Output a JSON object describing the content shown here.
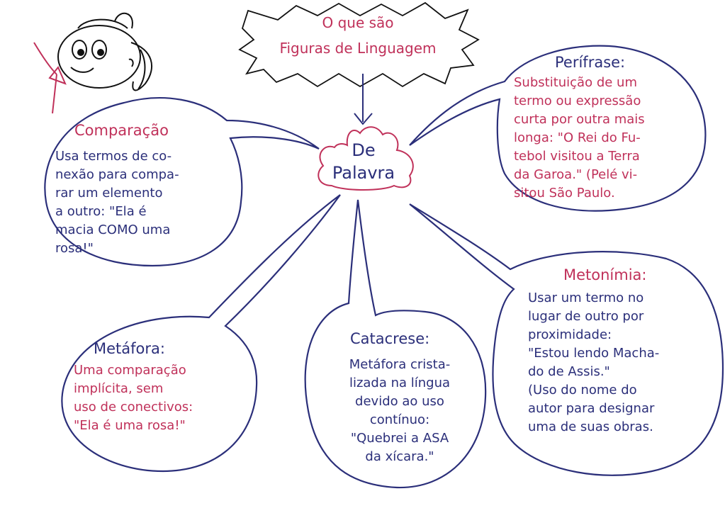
{
  "title": "O que são\nFiguras de Linguagem",
  "center": "De\nPalavra",
  "nodes": {
    "comparacao": {
      "heading": "Comparação",
      "text": "Usa termos de co-\nnexão para compa-\nrar um elemento\na outro: \"Ela é\nmacia COMO uma\nrosa!\""
    },
    "perifrase": {
      "heading": "Perífrase:",
      "text": "Substituição de um\ntermo ou expressão\ncurta por outra mais\nlonga: \"O Rei do Fu-\ntebol visitou a Terra\nda Garoa.\" (Pelé vi-\nsitou São Paulo."
    },
    "metafora": {
      "heading": "Metáfora:",
      "text": "Uma comparação\nimplícita, sem\nuso de conectivos:\n\"Ela é uma rosa!\""
    },
    "catacrese": {
      "heading": "Catacrese:",
      "text": "Metáfora crista-\nlizada na língua\ndevido ao uso\ncontínuo:\n\"Quebrei a ASA\nda xícara.\""
    },
    "metonimia": {
      "heading": "Metonímia:",
      "text": "Usar um termo no\nlugar de outro por\nproximidade:\n\"Estou lendo Macha-\ndo de Assis.\"\n(Uso do nome do\nautor para designar\numa de suas obras."
    }
  },
  "colors": {
    "ink_blue": "#2b2f7a",
    "ink_red": "#c0315a",
    "ink_black": "#111111"
  }
}
